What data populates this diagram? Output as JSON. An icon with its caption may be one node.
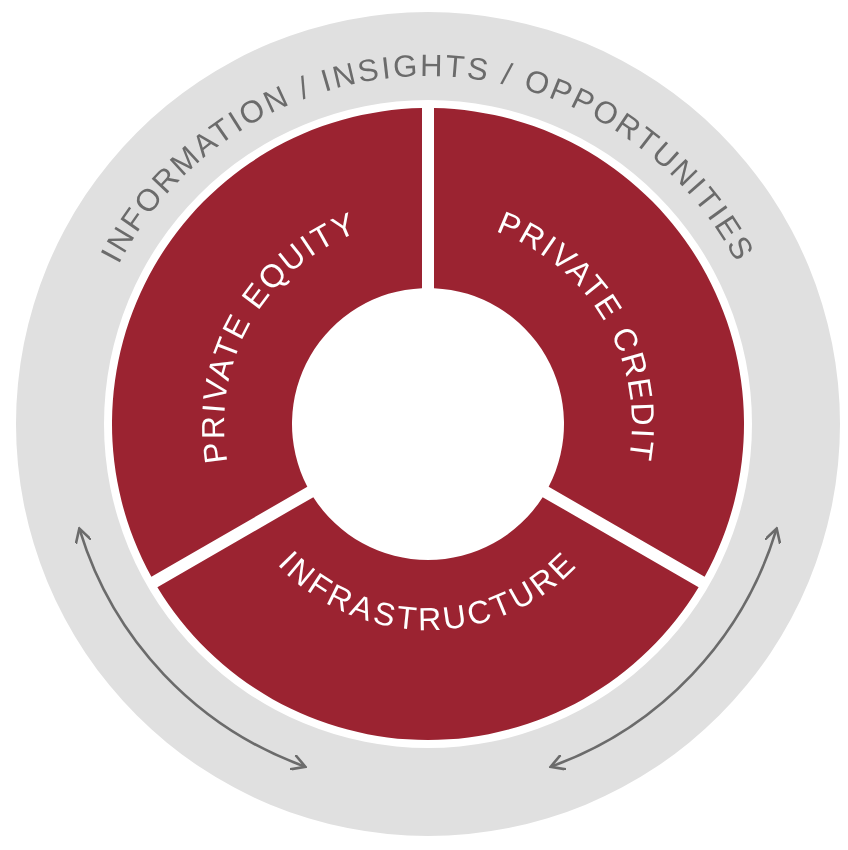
{
  "diagram": {
    "nodes": [
      {
        "text": [
          "INFORMATION / INSIGHTS / OPPORTUNITIES"
        ]
      },
      {
        "text": [
          "PRIVATE EQUITY"
        ],
        "in": 0
      },
      {
        "text": [
          "PRIVATE CREDIT"
        ],
        "in": 0
      },
      {
        "text": [
          "INFRASTRUCTURE"
        ],
        "in": 0
      }
    ]
  }
}
